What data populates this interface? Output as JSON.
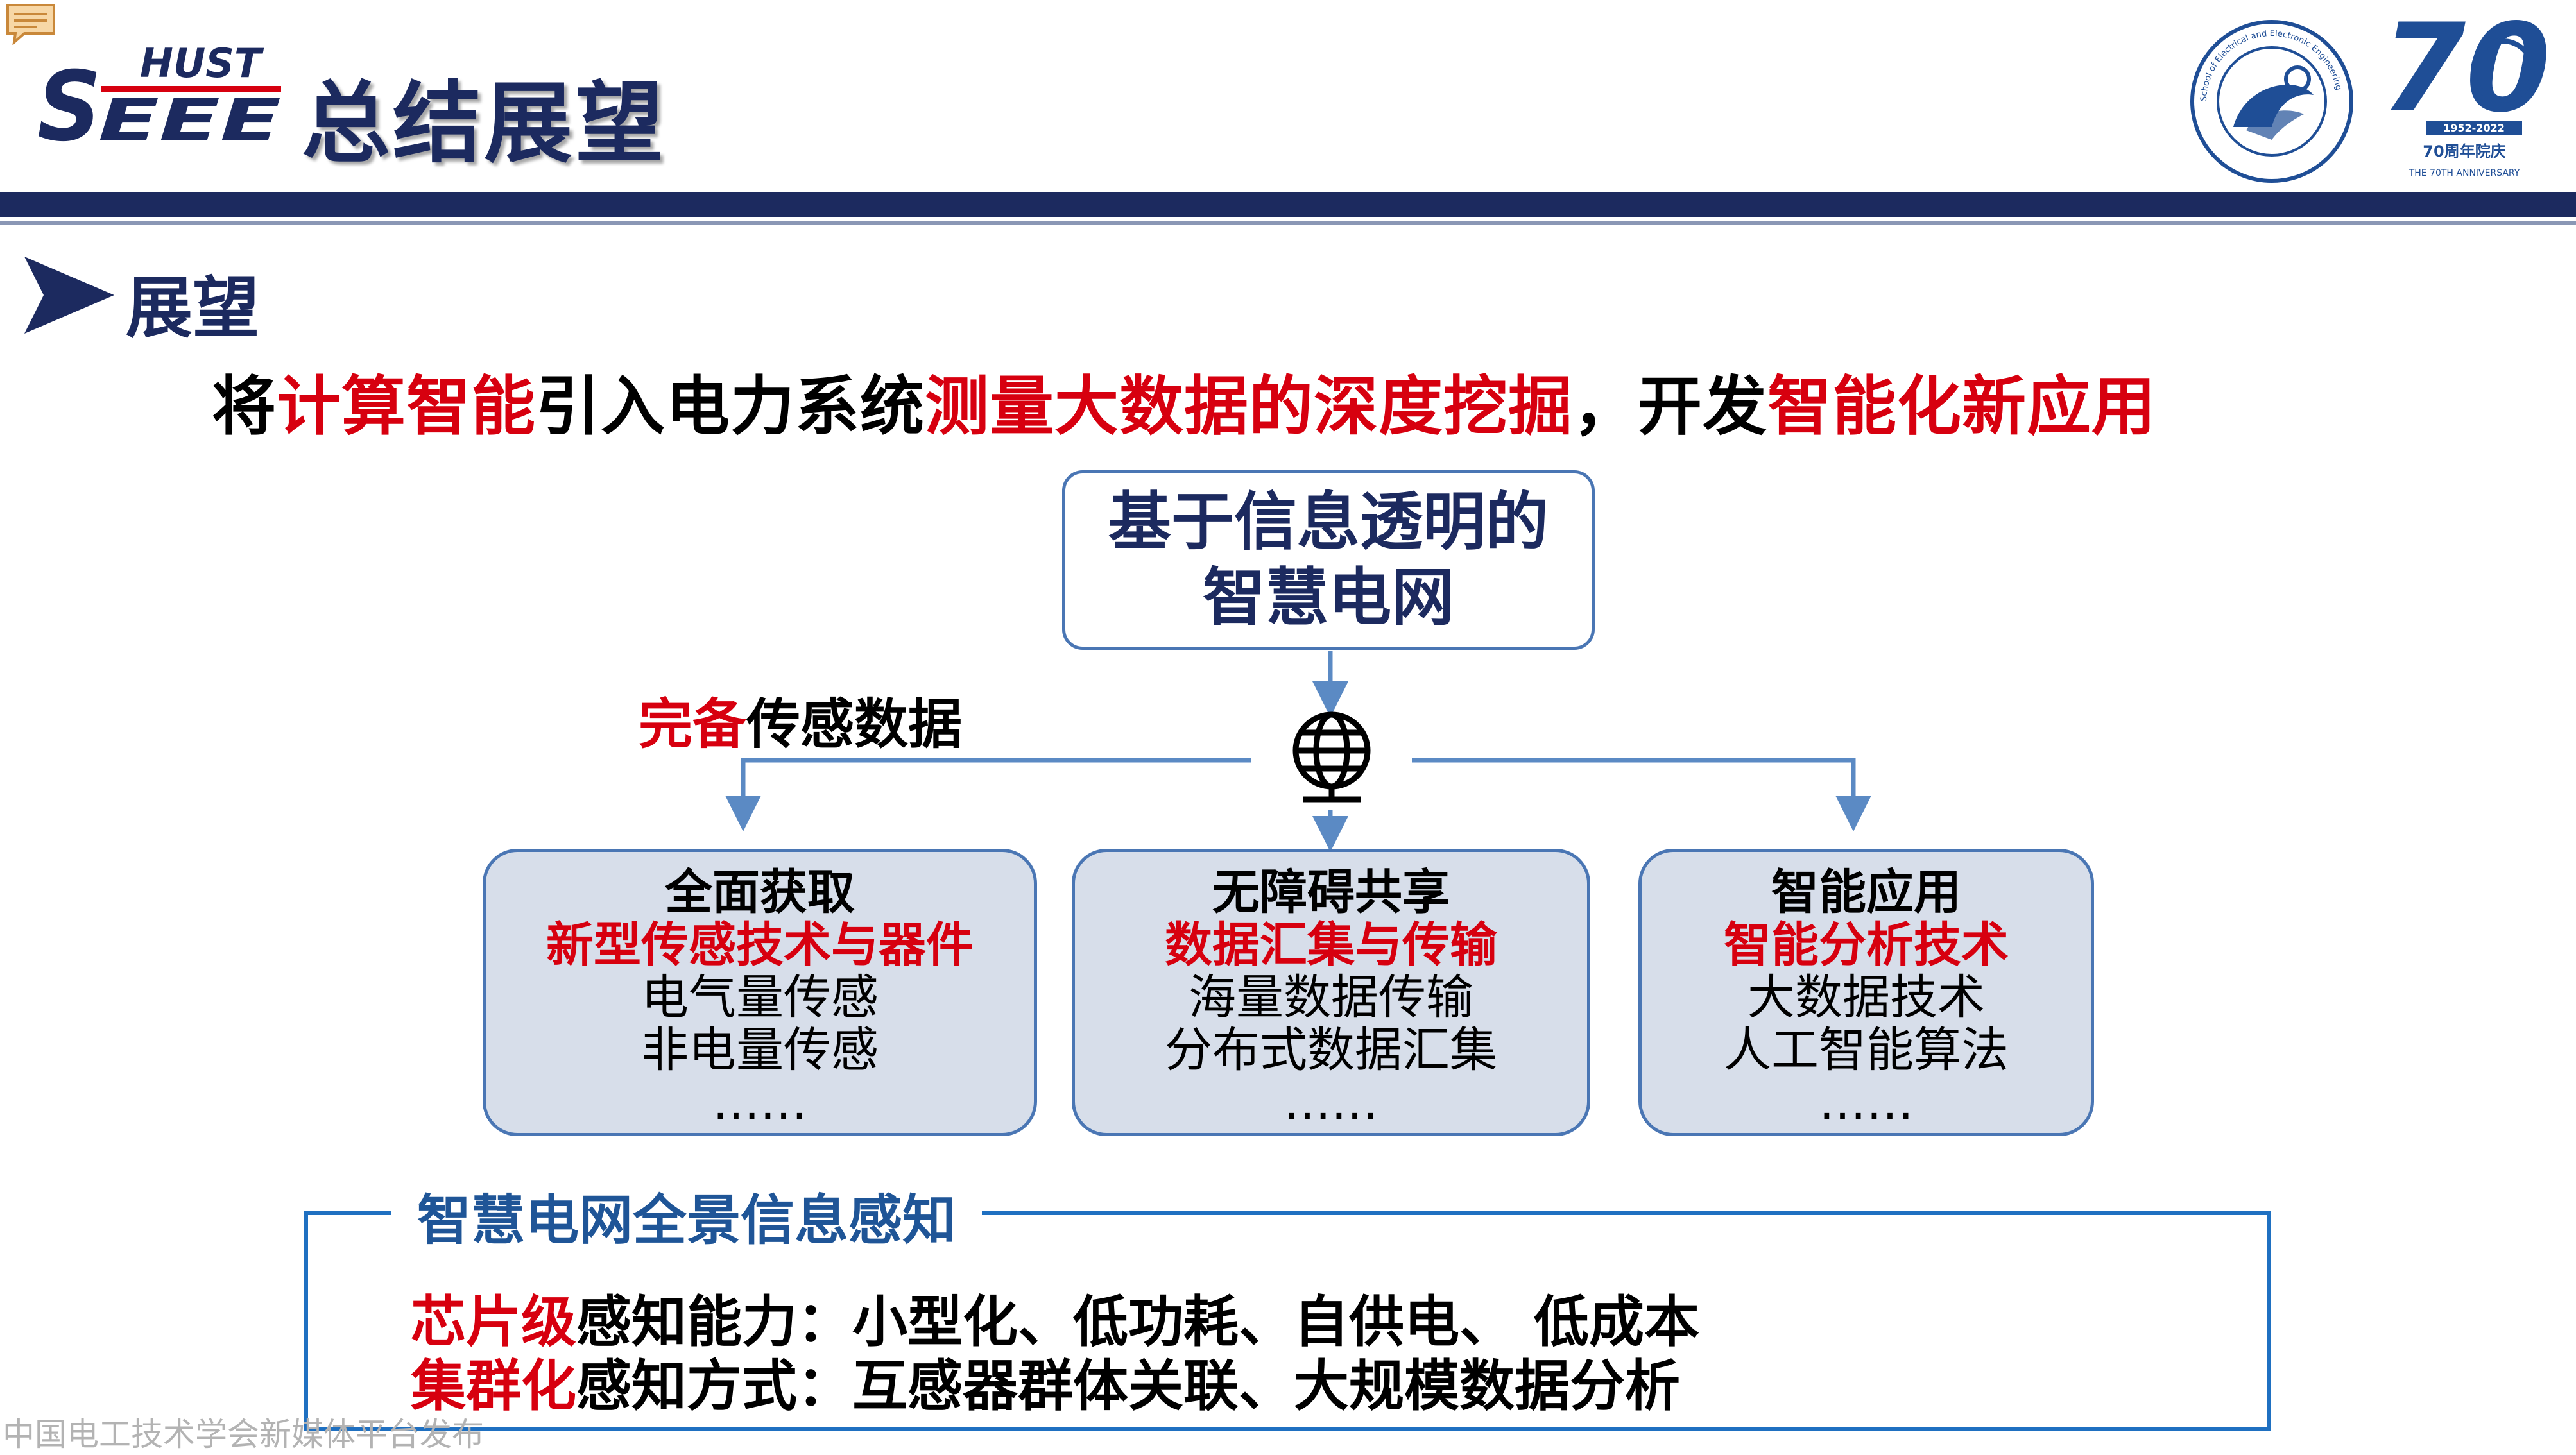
{
  "header": {
    "logo_hust_top": "HUST",
    "logo_hust_bottom": "SEEE",
    "title": "总结展望",
    "seal_text": "School of Electrical and Electronic Engineering",
    "anniv_number": "70",
    "anniv_years": "1952-2022",
    "anniv_caption": "70周年院庆",
    "anniv_caption_en": "THE 70TH ANNIVERSARY"
  },
  "section": {
    "heading": "展望"
  },
  "statement": {
    "p1": "将",
    "p2": "计算智能",
    "p3": "引入电力系统",
    "p4": "测量大数据的深度挖掘",
    "p5": "，开发",
    "p6": "智能化新应用"
  },
  "top_box": {
    "line1": "基于信息透明的",
    "line2": "智慧电网"
  },
  "sensing": {
    "highlight": "完备",
    "rest": "传感数据"
  },
  "cards": [
    {
      "title": "全面获取",
      "subtitle": "新型传感技术与器件",
      "items": [
        "电气量传感",
        "非电量传感"
      ],
      "more": "……"
    },
    {
      "title": "无障碍共享",
      "subtitle": "数据汇集与传输",
      "items": [
        "海量数据传输",
        "分布式数据汇集"
      ],
      "more": "……"
    },
    {
      "title": "智能应用",
      "subtitle": "智能分析技术",
      "items": [
        "大数据技术",
        "人工智能算法"
      ],
      "more": "……"
    }
  ],
  "bottom": {
    "title": "智慧电网全景信息感知",
    "line1": {
      "highlight": "芯片级",
      "rest": "感知能力：小型化、低功耗、自供电、 低成本"
    },
    "line2": {
      "highlight": "集群化",
      "rest": "感知方式：互感器群体关联、大规模数据分析"
    }
  },
  "watermark": "中国电工技术学会新媒体平台发布",
  "colors": {
    "navy": "#1c2a5f",
    "accent_red": "#d7000f",
    "box_border": "#4a76b4",
    "card_fill": "#d7deea",
    "frame_blue": "#1f70c1"
  },
  "icons": [
    "comment-icon",
    "chevron-right-icon",
    "globe-network-icon"
  ]
}
